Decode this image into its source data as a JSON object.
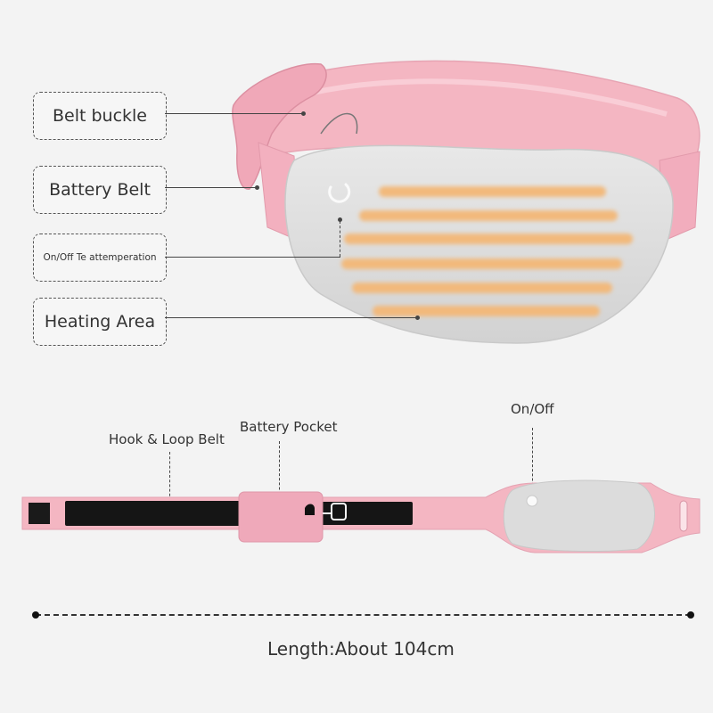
{
  "callouts": {
    "belt_buckle": "Belt buckle",
    "battery_belt": "Battery Belt",
    "on_off_temp": "On/Off Te attemperation",
    "heating_area": "Heating Area"
  },
  "lower_labels": {
    "hook_loop": "Hook & Loop Belt",
    "battery_pocket": "Battery Pocket",
    "on_off": "On/Off"
  },
  "length_label": "Length:About 104cm",
  "colors": {
    "belt_pink": "#f4b6c2",
    "belt_pink_dark": "#e99aab",
    "pad_gray": "#dcdcdc",
    "heating_strip": "#f2b97c",
    "background": "#f3f3f3"
  }
}
